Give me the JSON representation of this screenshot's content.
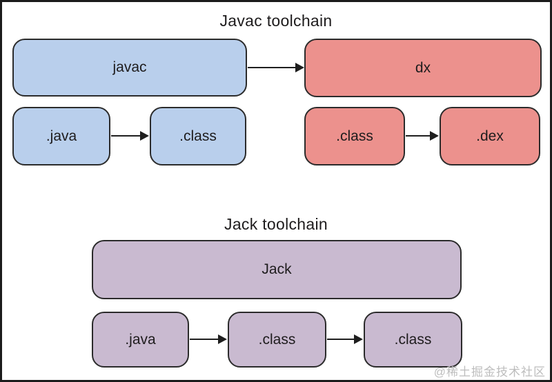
{
  "colors": {
    "javac_fill": "#b9cfec",
    "dx_fill": "#ec918d",
    "jack_fill": "#c9bad0",
    "box_border": "#2b2b2b",
    "text": "#1e1c1d",
    "watermark": "#bdbdbd"
  },
  "javac_toolchain": {
    "title": "Javac toolchain",
    "compiler_box": "javac",
    "dx_box": "dx",
    "java_input": ".java",
    "class_output": ".class",
    "class_input": ".class",
    "dex_output": ".dex"
  },
  "jack_toolchain": {
    "title": "Jack toolchain",
    "compiler_box": "Jack",
    "java_input": ".java",
    "class_intermediate": ".class",
    "class_output": ".class"
  },
  "watermark": "@稀土掘金技术社区"
}
